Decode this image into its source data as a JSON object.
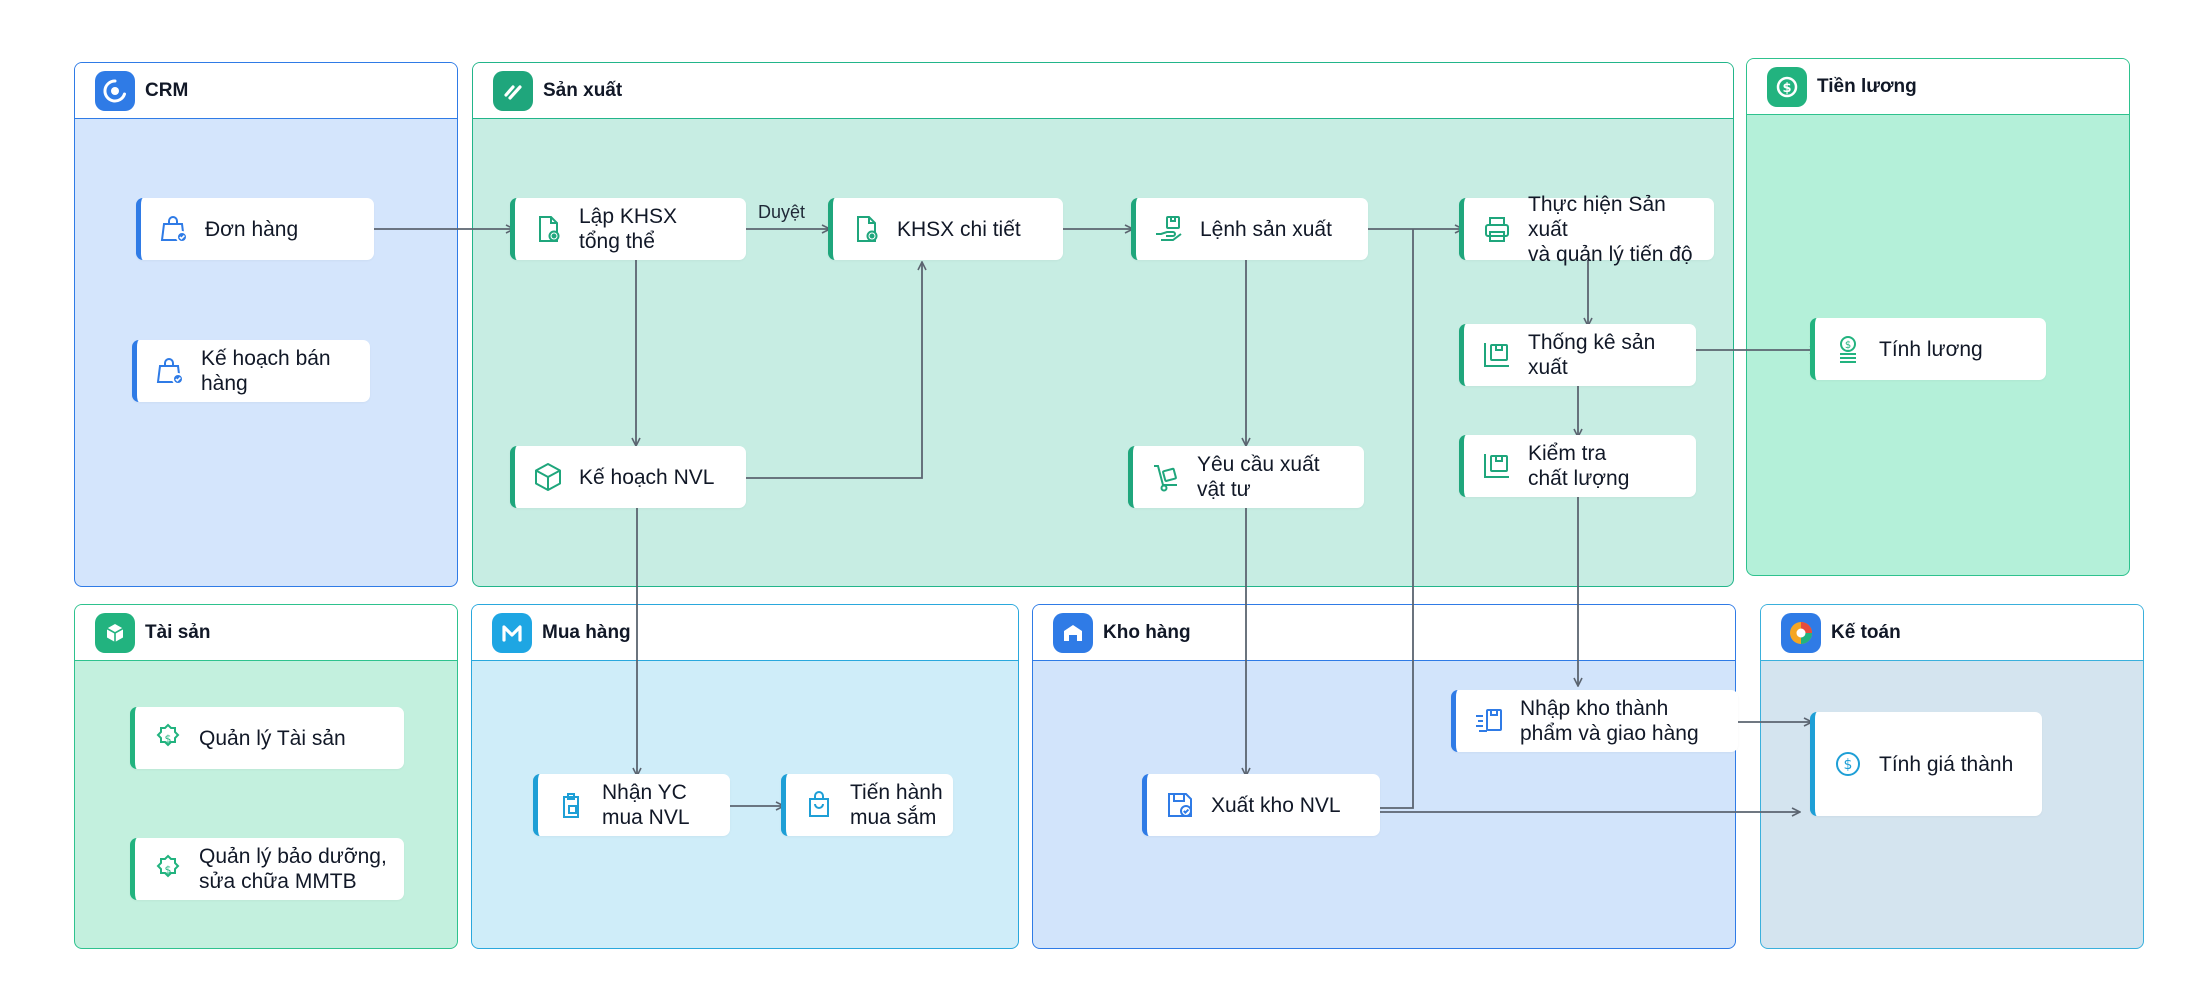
{
  "panels": {
    "crm": {
      "title": "CRM",
      "icon": "crm-logo-icon"
    },
    "san_xuat": {
      "title": "Sản xuất",
      "icon": "production-logo-icon"
    },
    "tien_luong": {
      "title": "Tiền lương",
      "icon": "salary-logo-icon"
    },
    "tai_san": {
      "title": "Tài sản",
      "icon": "asset-logo-icon"
    },
    "mua_hang": {
      "title": "Mua hàng",
      "icon": "purchase-logo-icon"
    },
    "kho_hang": {
      "title": "Kho hàng",
      "icon": "warehouse-logo-icon"
    },
    "ke_toan": {
      "title": "Kế toán",
      "icon": "accounting-logo-icon"
    }
  },
  "nodes": {
    "don_hang": "Đơn hàng",
    "ke_hoach_ban_hang": "Kế hoạch bán\nhàng",
    "lap_khsx": "Lập KHSX\ntổng thể",
    "khsx_chi_tiet": "KHSX chi tiết",
    "lenh_san_xuat": "Lệnh sản xuất",
    "thuc_hien_sx": "Thực hiện Sản xuất\nvà quản lý tiến độ",
    "ke_hoach_nvl": "Kế hoạch NVL",
    "yeu_cau_xuat": "Yêu cầu xuất\nvật tư",
    "thong_ke_sx": "Thống kê sản\nxuất",
    "kiem_tra_cl": "Kiểm tra\nchất lượng",
    "tinh_luong": "Tính lương",
    "ql_tai_san": "Quản lý Tài sản",
    "ql_bao_duong": "Quản lý bảo dưỡng,\nsửa chữa MMTB",
    "nhan_yc": "Nhận YC\nmua NVL",
    "tien_hanh": "Tiến hành\nmua sắm",
    "xuat_kho": "Xuất kho NVL",
    "nhap_kho": "Nhập kho thành\nphẩm và giao hàng",
    "tinh_gia_thanh": "Tính giá thành"
  },
  "edges": {
    "duyet_label": "Duyệt"
  },
  "colors": {
    "arrow": "#5b6470",
    "blue_accent": "#2f7be6",
    "teal_accent": "#1fa67c",
    "green_accent": "#22b37f",
    "cyan_accent": "#1e9fd6"
  }
}
